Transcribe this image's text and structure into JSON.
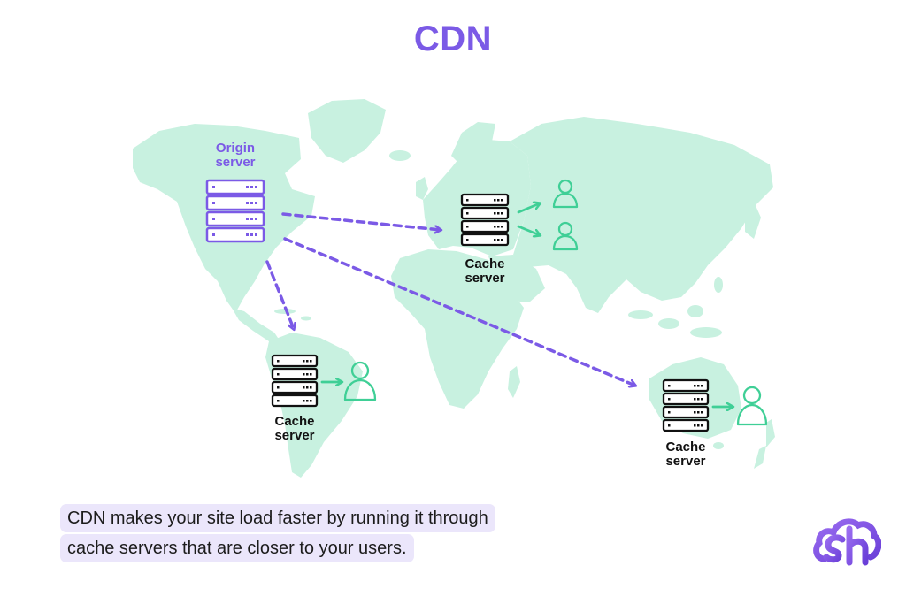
{
  "title": "CDN",
  "colors": {
    "accent": "#7b5ae6",
    "user": "#3fcf96",
    "map": "#c8f1e0",
    "ink": "#111111",
    "caption_bg": "#ebe6fb"
  },
  "nodes": {
    "origin": {
      "line1": "Origin",
      "line2": "server",
      "icon": "server-rack-icon"
    },
    "cache_europe": {
      "line1": "Cache",
      "line2": "server",
      "icon": "server-rack-icon"
    },
    "cache_south_america": {
      "line1": "Cache",
      "line2": "server",
      "icon": "server-rack-icon"
    },
    "cache_australia": {
      "line1": "Cache",
      "line2": "server",
      "icon": "server-rack-icon"
    }
  },
  "user_icon": "user-icon",
  "caption": {
    "line1": "CDN makes your site load faster by running it through",
    "line2": "cache servers that are closer to your users."
  },
  "logo_icon": "brand-logo-icon"
}
